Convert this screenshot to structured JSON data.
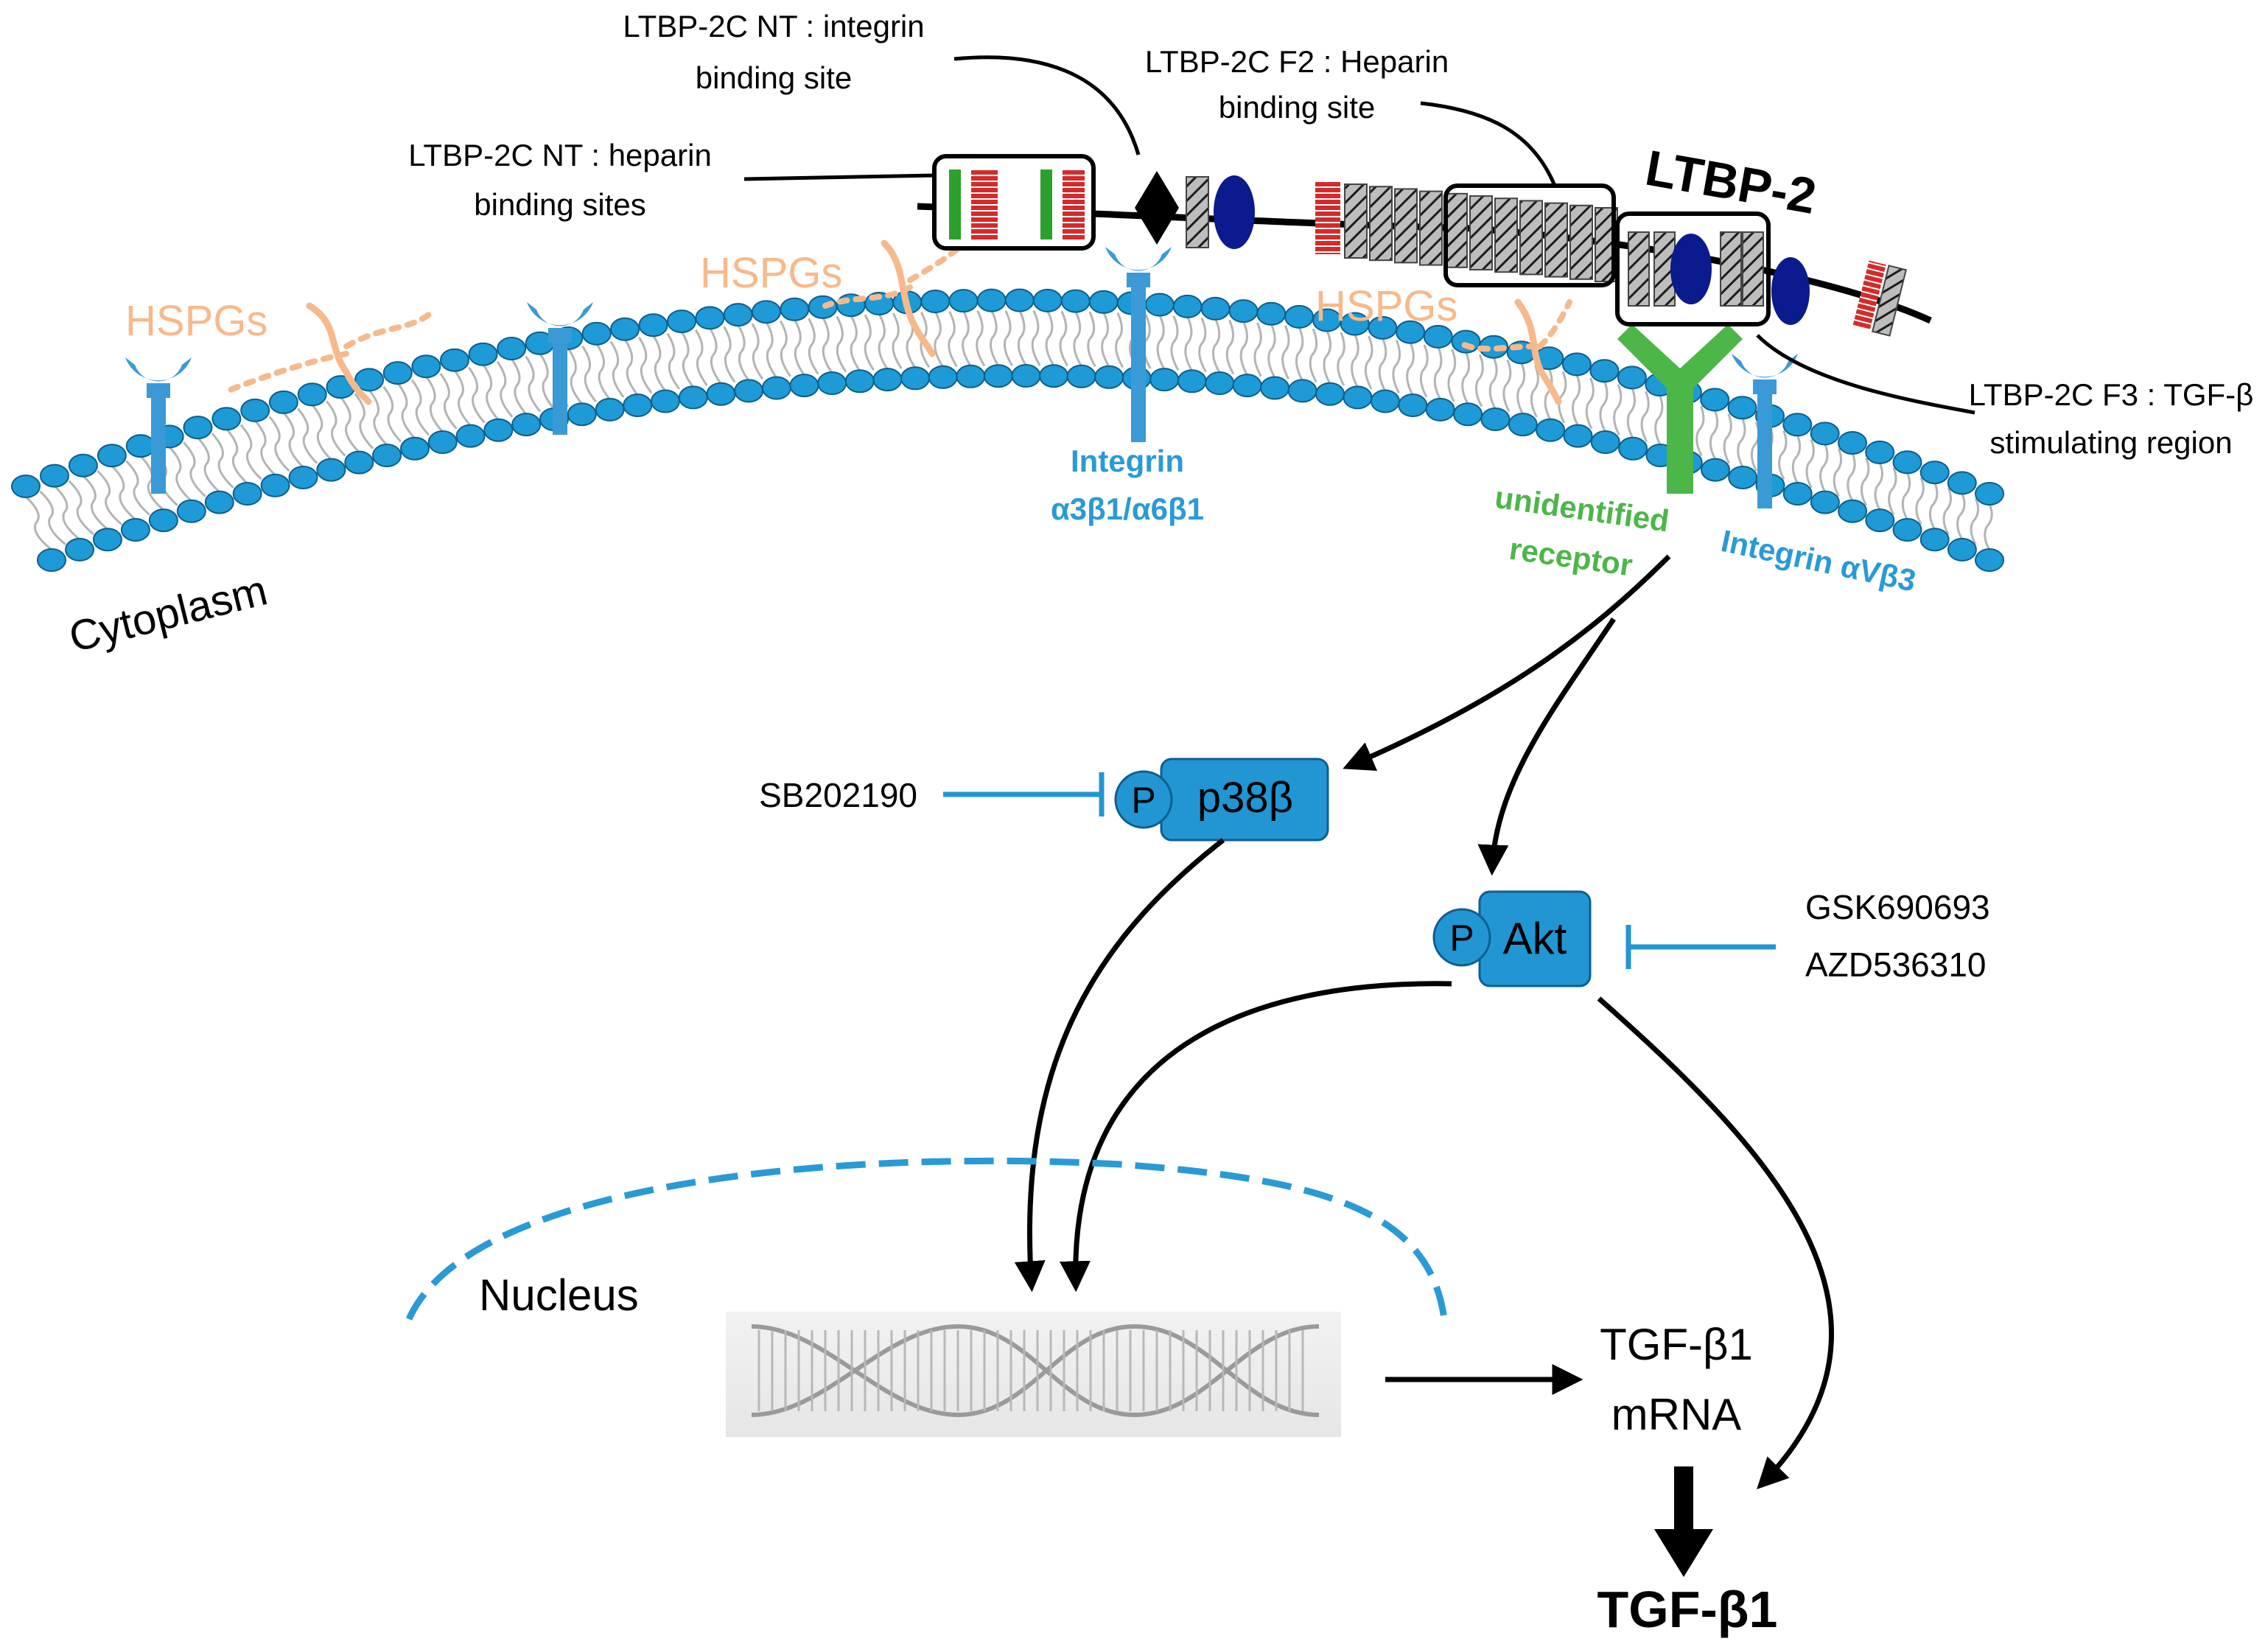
{
  "colors": {
    "membrane_bead": "#1e9ad6",
    "membrane_bead_stroke": "#0c5f8c",
    "tail": "#b4b4b4",
    "integrin": "#3a9ad6",
    "hspg": "#f7b98c",
    "receptor": "#4cb648",
    "kinase": "#2196d3",
    "kinase_stroke": "#0e5e8f",
    "inhibitor": "#2196d3",
    "black": "#000000",
    "red_domain": "#d62a2a",
    "green_domain": "#2ca02c",
    "navy": "#0b1a8c",
    "nucleus": "#2a9ad6"
  },
  "labels": {
    "ltbp2c_nt_integrin": [
      "LTBP-2C NT : integrin",
      "binding site"
    ],
    "ltbp2c_f2_heparin": [
      "LTBP-2C F2 : Heparin",
      "binding site"
    ],
    "ltbp2c_nt_heparin": [
      "LTBP-2C NT : heparin",
      "binding sites"
    ],
    "ltbp2": "LTBP-2",
    "ltbp2c_f3": [
      "LTBP-2C F3 : TGF-β",
      "stimulating region"
    ],
    "hspgs": [
      "HSPGs",
      "HSPGs",
      "HSPGs"
    ],
    "integrin_a3b1": [
      "Integrin",
      "α3β1/α6β1"
    ],
    "unidentified_receptor": [
      "unidentified",
      "receptor"
    ],
    "integrin_avb3": "Integrin αVβ3",
    "cytoplasm": "Cytoplasm",
    "sb202190": "SB202190",
    "p38b": "p38β",
    "akt": "Akt",
    "phospho": "P",
    "gsk690693": "GSK690693",
    "azd536310": "AZD536310",
    "nucleus": "Nucleus",
    "tgf_mrna": [
      "TGF-β1",
      "mRNA"
    ],
    "tgf_b1": "TGF-β1"
  }
}
